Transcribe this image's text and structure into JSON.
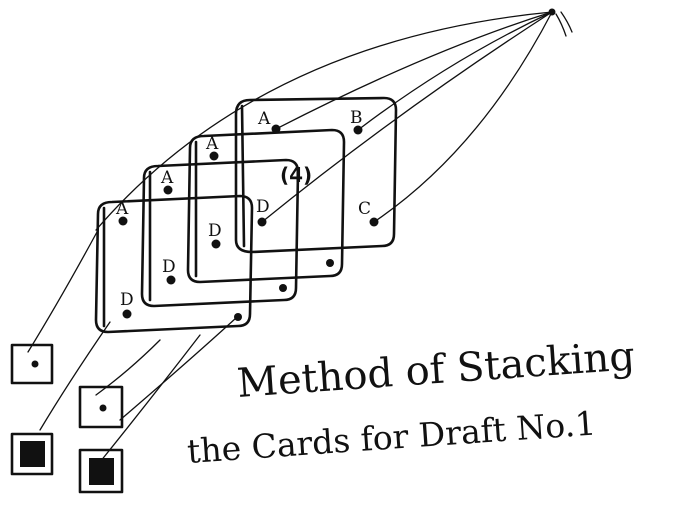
{
  "diagram": {
    "title_line1": "Method of Stacking",
    "title_line2": "the Cards for Draft No.1",
    "card_number": "(4)",
    "hole_labels": {
      "a": "A",
      "b": "B",
      "c": "C",
      "d": "D"
    }
  }
}
